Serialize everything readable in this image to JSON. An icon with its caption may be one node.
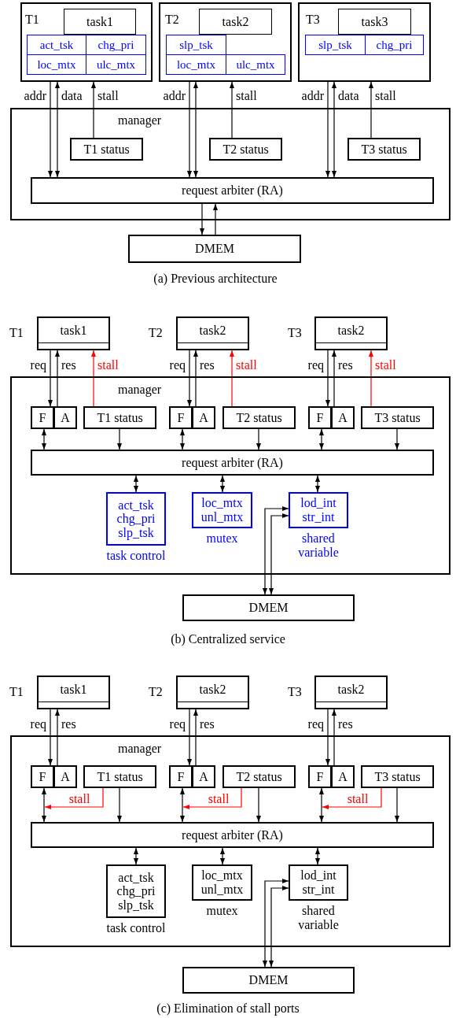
{
  "diagram": {
    "nodes": [
      {
        "text": [
          "T1"
        ]
      },
      {
        "text": [
          "task1"
        ],
        "in": 0
      },
      {
        "text": [
          "act_tsk"
        ],
        "in": 0
      },
      {
        "text": [
          "chg_pri"
        ],
        "in": 0
      },
      {
        "text": [
          "loc_mtx"
        ],
        "in": 0
      },
      {
        "text": [
          "ulc_mtx"
        ],
        "in": 0
      },
      {
        "text": [
          "T2"
        ]
      },
      {
        "text": [
          "task2"
        ],
        "in": 6
      },
      {
        "text": [
          "slp_tsk"
        ],
        "in": 6
      },
      {
        "text": [
          "loc_mtx"
        ],
        "in": 6
      },
      {
        "text": [
          "ulc_mtx"
        ],
        "in": 6
      },
      {
        "text": [
          "T3"
        ]
      },
      {
        "text": [
          "task3"
        ],
        "in": 11
      },
      {
        "text": [
          "slp_tsk"
        ],
        "in": 11
      },
      {
        "text": [
          "chg_pri"
        ],
        "in": 11
      },
      {
        "text": [
          "manager"
        ]
      },
      {
        "text": [
          "T1 status"
        ],
        "in": 15
      },
      {
        "text": [
          "T2 status"
        ],
        "in": 15
      },
      {
        "text": [
          "T3 status"
        ],
        "in": 15
      },
      {
        "text": [
          "request arbiter (RA)"
        ],
        "in": 15
      },
      {
        "text": [
          "DMEM"
        ]
      },
      {
        "text": [
          "task1"
        ],
        "beside": [
          "T1"
        ]
      },
      {
        "text": [
          "task2"
        ],
        "beside": [
          "T2"
        ]
      },
      {
        "text": [
          "task2"
        ],
        "beside": [
          "T3"
        ]
      },
      {
        "text": [
          "manager"
        ]
      },
      {
        "text": [
          "F"
        ],
        "in": 24
      },
      {
        "text": [
          "A"
        ],
        "in": 24
      },
      {
        "text": [
          "T1 status"
        ],
        "in": 24
      },
      {
        "text": [
          "F"
        ],
        "in": 24
      },
      {
        "text": [
          "A"
        ],
        "in": 24
      },
      {
        "text": [
          "T2 status"
        ],
        "in": 24
      },
      {
        "text": [
          "F"
        ],
        "in": 24
      },
      {
        "text": [
          "A"
        ],
        "in": 24
      },
      {
        "text": [
          "T3 status"
        ],
        "in": 24
      },
      {
        "text": [
          "request arbiter (RA)"
        ],
        "in": 24
      },
      {
        "text": [
          "act_tsk chg_pri slp_tsk"
        ],
        "in": 24,
        "beside": [
          "task control"
        ]
      },
      {
        "text": [
          "loc_mtx unl_mtx"
        ],
        "in": 24,
        "beside": [
          "mutex"
        ]
      },
      {
        "text": [
          "lod_int str_int"
        ],
        "in": 24,
        "beside": [
          "shared variable"
        ]
      },
      {
        "text": [
          "DMEM"
        ]
      },
      {
        "text": [
          "task1"
        ],
        "beside": [
          "T1"
        ]
      },
      {
        "text": [
          "task2"
        ],
        "beside": [
          "T2"
        ]
      },
      {
        "text": [
          "task2"
        ],
        "beside": [
          "T3"
        ]
      },
      {
        "text": [
          "manager"
        ]
      },
      {
        "text": [
          "F"
        ],
        "in": 42
      },
      {
        "text": [
          "A"
        ],
        "in": 42
      },
      {
        "text": [
          "T1 status"
        ],
        "in": 42
      },
      {
        "text": [
          "F"
        ],
        "in": 42
      },
      {
        "text": [
          "A"
        ],
        "in": 42
      },
      {
        "text": [
          "T2 status"
        ],
        "in": 42
      },
      {
        "text": [
          "F"
        ],
        "in": 42
      },
      {
        "text": [
          "A"
        ],
        "in": 42
      },
      {
        "text": [
          "T3 status"
        ],
        "in": 42
      },
      {
        "text": [
          "request arbiter (RA)"
        ],
        "in": 42
      },
      {
        "text": [
          "act_tsk chg_pri slp_tsk"
        ],
        "in": 42,
        "beside": [
          "task control"
        ]
      },
      {
        "text": [
          "loc_mtx unl_mtx"
        ],
        "in": 42,
        "beside": [
          "mutex"
        ]
      },
      {
        "text": [
          "lod_int str_int"
        ],
        "in": 42,
        "beside": [
          "shared variable"
        ]
      },
      {
        "text": [
          "DMEM"
        ]
      }
    ],
    "edges": [
      {
        "from": 0,
        "to": 19,
        "arrow": "to",
        "label": "addr"
      },
      {
        "from": 0,
        "to": 19,
        "arrow": "both",
        "label": "data"
      },
      {
        "from": 16,
        "to": 0,
        "arrow": "to",
        "label": "stall"
      },
      {
        "from": 6,
        "to": 19,
        "arrow": "to",
        "label": "addr"
      },
      {
        "from": 6,
        "to": 19,
        "arrow": "both"
      },
      {
        "from": 17,
        "to": 6,
        "arrow": "to",
        "label": "stall"
      },
      {
        "from": 11,
        "to": 19,
        "arrow": "to",
        "label": "addr"
      },
      {
        "from": 11,
        "to": 19,
        "arrow": "both",
        "label": "data"
      },
      {
        "from": 18,
        "to": 11,
        "arrow": "to",
        "label": "stall"
      },
      {
        "from": 19,
        "to": 20,
        "arrow": "to"
      },
      {
        "from": 20,
        "to": 19,
        "arrow": "to"
      },
      {
        "from": 21,
        "to": 25,
        "arrow": "to",
        "label": "req"
      },
      {
        "from": 26,
        "to": 21,
        "arrow": "to",
        "label": "res"
      },
      {
        "from": 27,
        "to": 21,
        "arrow": "to",
        "label": "stall",
        "color": "#ff0000"
      },
      {
        "from": 22,
        "to": 28,
        "arrow": "to",
        "label": "req"
      },
      {
        "from": 29,
        "to": 22,
        "arrow": "to",
        "label": "res"
      },
      {
        "from": 30,
        "to": 22,
        "arrow": "to",
        "label": "stall",
        "color": "#ff0000"
      },
      {
        "from": 23,
        "to": 31,
        "arrow": "to",
        "label": "req"
      },
      {
        "from": 32,
        "to": 23,
        "arrow": "to",
        "label": "res"
      },
      {
        "from": 33,
        "to": 23,
        "arrow": "to",
        "label": "stall",
        "color": "#ff0000"
      },
      {
        "from": 25,
        "to": 34,
        "arrow": "both"
      },
      {
        "from": 27,
        "to": 34,
        "arrow": "to"
      },
      {
        "from": 28,
        "to": 34,
        "arrow": "both"
      },
      {
        "from": 30,
        "to": 34,
        "arrow": "to"
      },
      {
        "from": 31,
        "to": 34,
        "arrow": "both"
      },
      {
        "from": 33,
        "to": 34,
        "arrow": "to"
      },
      {
        "from": 34,
        "to": 35,
        "arrow": "both"
      },
      {
        "from": 34,
        "to": 36,
        "arrow": "both"
      },
      {
        "from": 34,
        "to": 37,
        "arrow": "both"
      },
      {
        "from": 38,
        "to": 37,
        "arrow": "both"
      },
      {
        "from": 38,
        "to": 37,
        "arrow": "both"
      },
      {
        "from": 39,
        "to": 43,
        "arrow": "to",
        "label": "req"
      },
      {
        "from": 44,
        "to": 39,
        "arrow": "to",
        "label": "res"
      },
      {
        "from": 40,
        "to": 46,
        "arrow": "to",
        "label": "req"
      },
      {
        "from": 47,
        "to": 40,
        "arrow": "to",
        "label": "res"
      },
      {
        "from": 41,
        "to": 49,
        "arrow": "to",
        "label": "req"
      },
      {
        "from": 50,
        "to": 41,
        "arrow": "to",
        "label": "res"
      },
      {
        "from": 43,
        "to": 52,
        "arrow": "both"
      },
      {
        "from": 45,
        "to": 52,
        "arrow": "to"
      },
      {
        "from": 46,
        "to": 52,
        "arrow": "both"
      },
      {
        "from": 48,
        "to": 52,
        "arrow": "to"
      },
      {
        "from": 49,
        "to": 52,
        "arrow": "both"
      },
      {
        "from": 51,
        "to": 52,
        "arrow": "to"
      },
      {
        "from": 45,
        "to": 43,
        "arrow": "to",
        "label": "stall",
        "color": "#ff0000"
      },
      {
        "from": 48,
        "to": 46,
        "arrow": "to",
        "label": "stall",
        "color": "#ff0000"
      },
      {
        "from": 51,
        "to": 49,
        "arrow": "to",
        "label": "stall",
        "color": "#ff0000"
      },
      {
        "from": 52,
        "to": 53,
        "arrow": "both"
      },
      {
        "from": 52,
        "to": 54,
        "arrow": "both"
      },
      {
        "from": 52,
        "to": 55,
        "arrow": "both"
      },
      {
        "from": 56,
        "to": 55,
        "arrow": "both"
      },
      {
        "from": 56,
        "to": 55,
        "arrow": "both"
      }
    ],
    "labels": [
      "(a) Previous architecture",
      "(b) Centralized service",
      "(c) Elimination of stall ports"
    ]
  }
}
